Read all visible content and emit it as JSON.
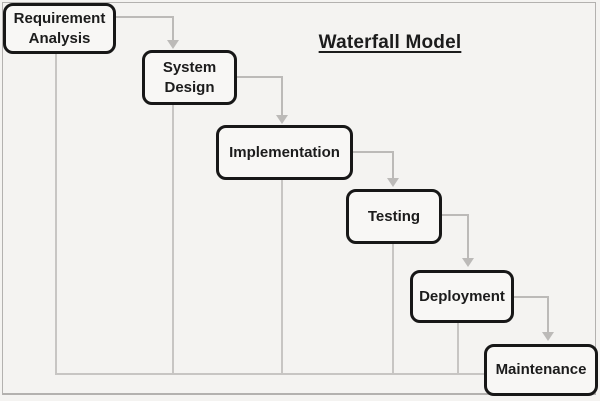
{
  "title": "Waterfall Model",
  "stages": [
    {
      "label": "Requirement Analysis"
    },
    {
      "label": "System Design"
    },
    {
      "label": "Implementation"
    },
    {
      "label": "Testing"
    },
    {
      "label": "Deployment"
    },
    {
      "label": "Maintenance"
    }
  ],
  "flow": [
    {
      "from": "Requirement Analysis",
      "to": "System Design"
    },
    {
      "from": "System Design",
      "to": "Implementation"
    },
    {
      "from": "Implementation",
      "to": "Testing"
    },
    {
      "from": "Testing",
      "to": "Deployment"
    },
    {
      "from": "Deployment",
      "to": "Maintenance"
    }
  ],
  "icons": {
    "arrow_down": "css-triangle-down"
  },
  "colors": {
    "background": "#f4f3f1",
    "box_fill": "#f8f7f5",
    "box_border": "#171717",
    "text": "#1c1c1c",
    "connector": "#bcbab8",
    "feedback_line": "#c7c5c3",
    "frame_border": "#b3b1af"
  }
}
